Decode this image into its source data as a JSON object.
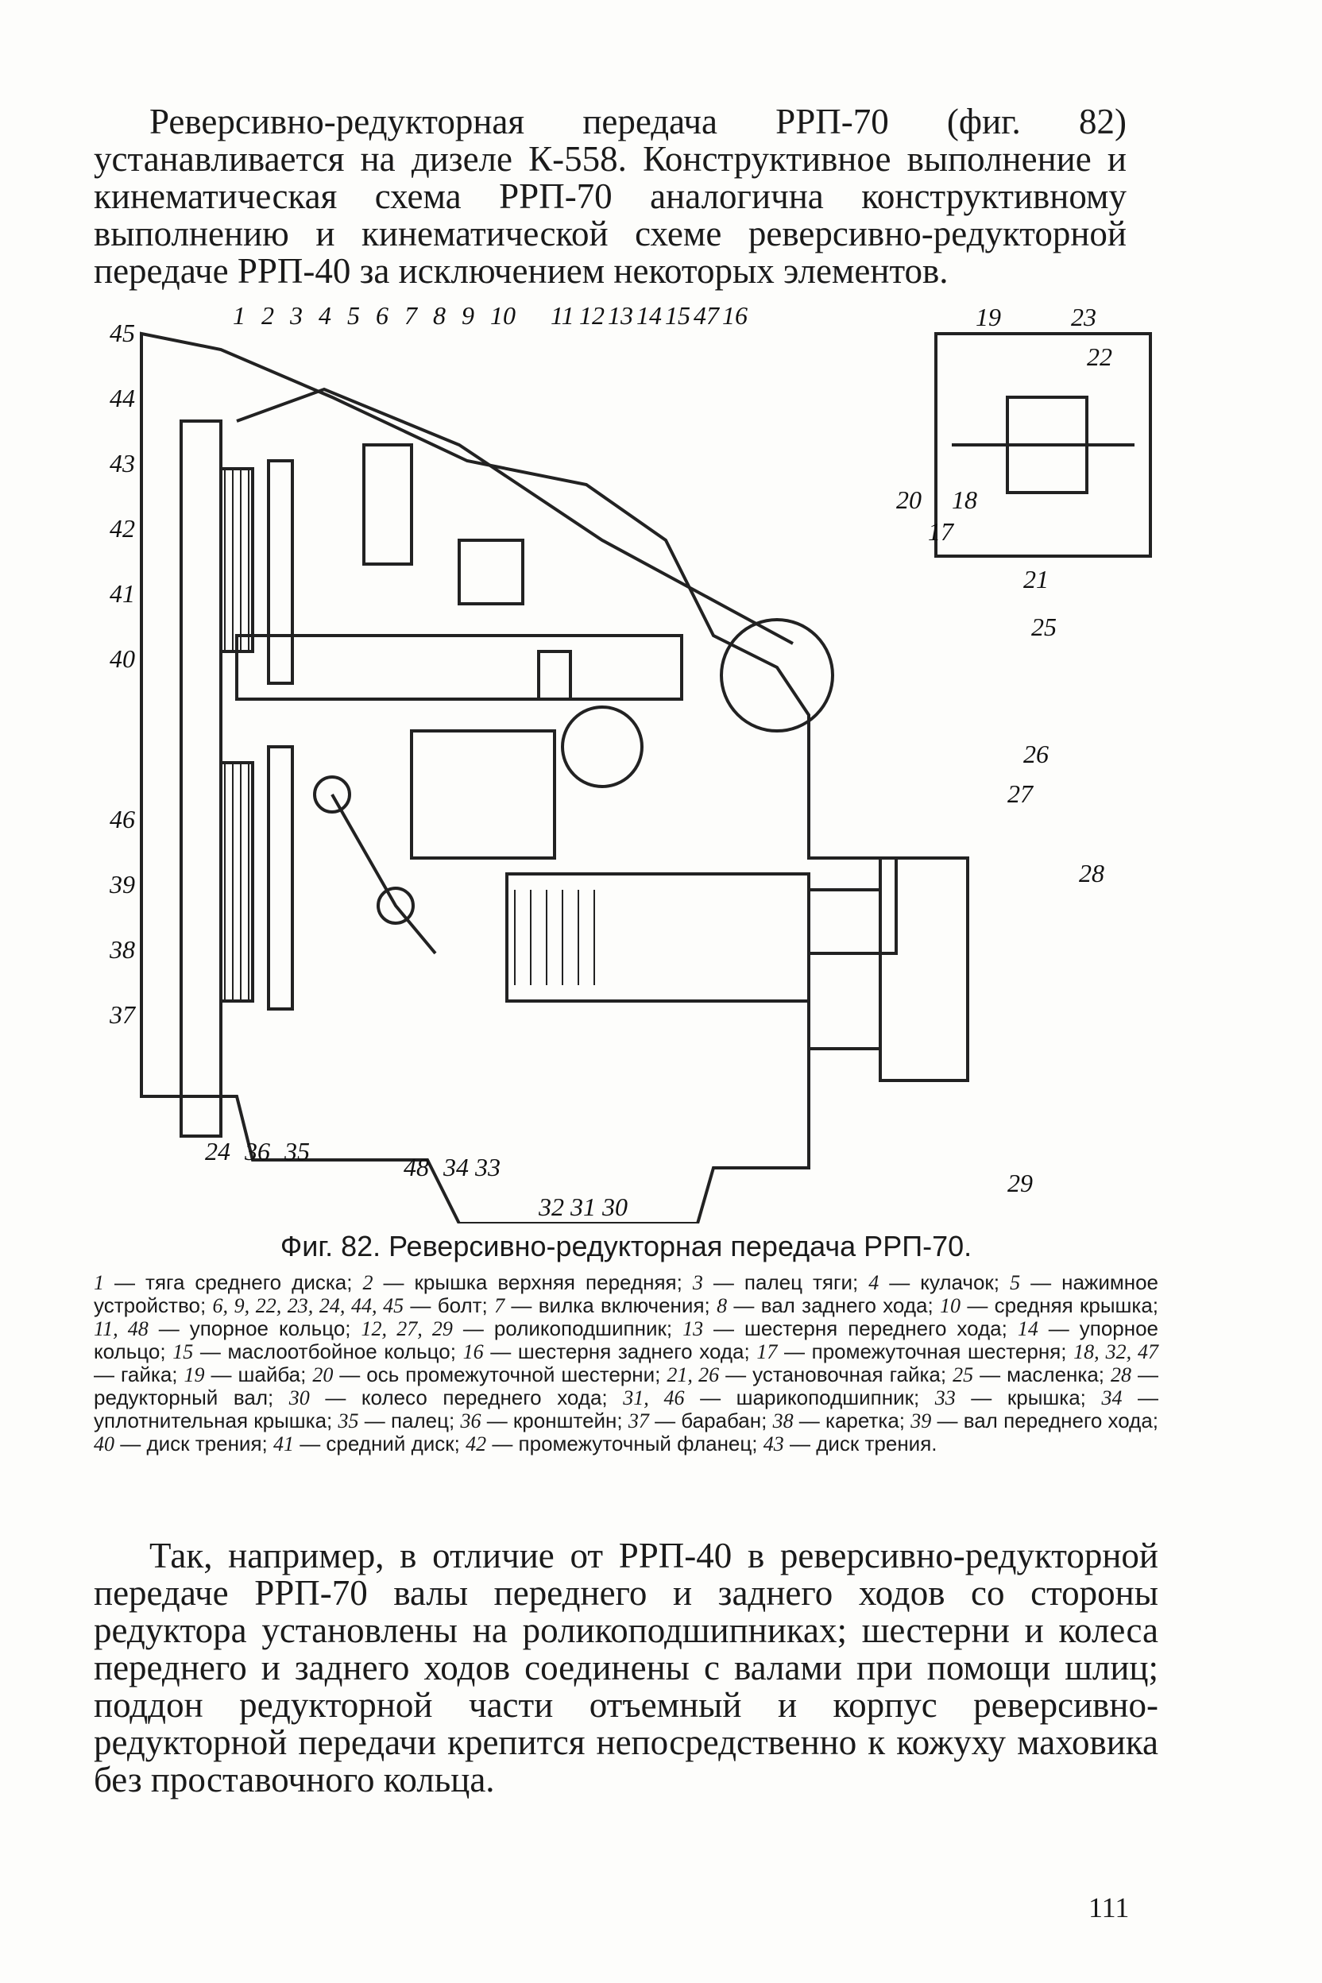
{
  "paragraphs": {
    "intro": "Реверсивно-редукторная передача РРП-70 (фиг. 82) устанавливается на дизеле К-558. Конструктивное выполнение и кинематическая схема РРП-70 аналогична конструктивному выполнению и кинематической схеме реверсивно-редукторной передаче РРП-40 за исключением некоторых элементов.",
    "outro": "Так, например, в отличие от РРП-40 в реверсивно-редукторной передаче РРП-70 валы переднего и заднего ходов со стороны редуктора установлены на роликоподшипниках; шестерни и колеса переднего и заднего ходов соединены с валами при помощи шлиц; поддон редукторной части отъемный и корпус реверсивно-редукторной передачи крепится непосредственно к кожуху маховика без проставочного кольца."
  },
  "figure": {
    "caption": "Фиг. 82. Реверсивно-редукторная передача РРП-70.",
    "callouts": {
      "top": [
        "1",
        "2",
        "3",
        "4",
        "5",
        "6",
        "7",
        "8",
        "9",
        "10",
        "11",
        "12",
        "13",
        "14",
        "15",
        "47",
        "16"
      ],
      "inset": [
        "19",
        "23",
        "22",
        "20",
        "18",
        "17"
      ],
      "left": [
        "45",
        "44",
        "43",
        "42",
        "41",
        "40",
        "46",
        "39",
        "38",
        "37"
      ],
      "right": [
        "21",
        "25",
        "26",
        "27",
        "28",
        "29"
      ],
      "bottom": [
        "24",
        "36",
        "35",
        "48",
        "34",
        "33",
        "32",
        "31",
        "30"
      ]
    }
  },
  "legend": [
    {
      "n": "1",
      "t": "тяга среднего диска;"
    },
    {
      "n": "2",
      "t": "крышка верхняя передняя;"
    },
    {
      "n": "3",
      "t": "палец тяги;"
    },
    {
      "n": "4",
      "t": "кулачок;"
    },
    {
      "n": "5",
      "t": "нажимное устройство;"
    },
    {
      "n": "6, 9, 22, 23, 24, 44, 45",
      "t": "болт;"
    },
    {
      "n": "7",
      "t": "вилка включения;"
    },
    {
      "n": "8",
      "t": "вал заднего хода;"
    },
    {
      "n": "10",
      "t": "средняя крышка;"
    },
    {
      "n": "11, 48",
      "t": "упорное кольцо;"
    },
    {
      "n": "12, 27, 29",
      "t": "роликоподшипник;"
    },
    {
      "n": "13",
      "t": "шестерня переднего хода;"
    },
    {
      "n": "14",
      "t": "упорное кольцо;"
    },
    {
      "n": "15",
      "t": "маслоотбойное кольцо;"
    },
    {
      "n": "16",
      "t": "шестерня заднего хода;"
    },
    {
      "n": "17",
      "t": "промежуточная шестерня;"
    },
    {
      "n": "18, 32, 47",
      "t": "гайка;"
    },
    {
      "n": "19",
      "t": "шайба;"
    },
    {
      "n": "20",
      "t": "ось промежуточной шестерни;"
    },
    {
      "n": "21, 26",
      "t": "установочная гайка;"
    },
    {
      "n": "25",
      "t": "масленка;"
    },
    {
      "n": "28",
      "t": "редукторный вал;"
    },
    {
      "n": "30",
      "t": "колесо переднего хода;"
    },
    {
      "n": "31, 46",
      "t": "шарикоподшипник;"
    },
    {
      "n": "33",
      "t": "крышка;"
    },
    {
      "n": "34",
      "t": "уплотнительная крышка;"
    },
    {
      "n": "35",
      "t": "палец;"
    },
    {
      "n": "36",
      "t": "кронштейн;"
    },
    {
      "n": "37",
      "t": "барабан;"
    },
    {
      "n": "38",
      "t": "каретка;"
    },
    {
      "n": "39",
      "t": "вал переднего хода;"
    },
    {
      "n": "40",
      "t": "диск трения;"
    },
    {
      "n": "41",
      "t": "средний диск;"
    },
    {
      "n": "42",
      "t": "промежуточный фланец;"
    },
    {
      "n": "43",
      "t": "диск трения."
    }
  ],
  "page_number": "111"
}
